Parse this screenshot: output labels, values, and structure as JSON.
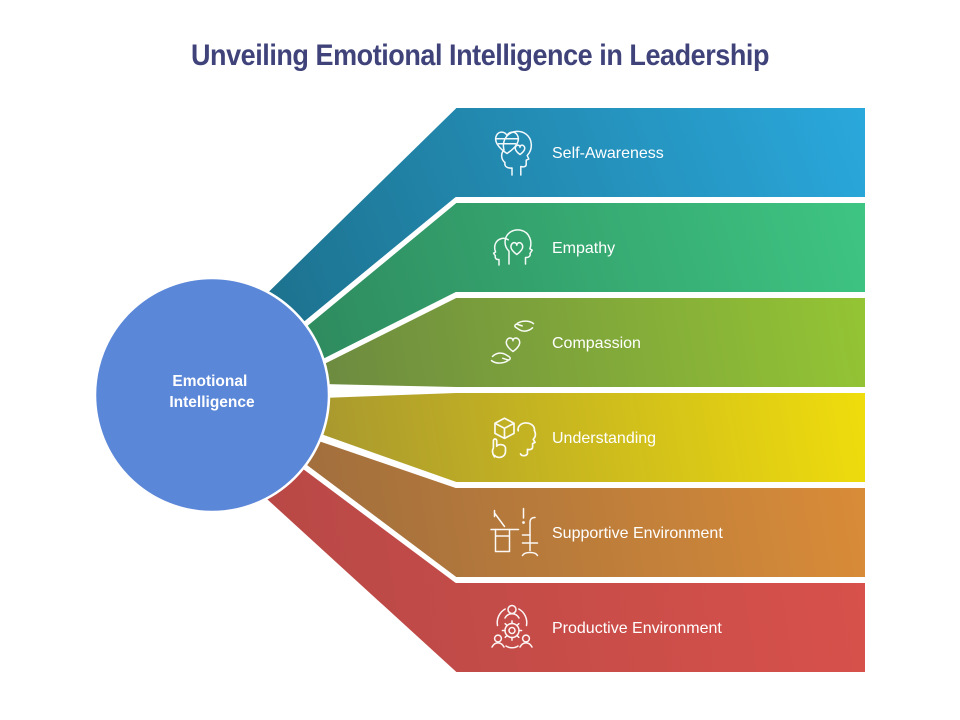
{
  "title": "Unveiling Emotional Intelligence in Leadership",
  "title_color": "#3f437a",
  "background": "#ffffff",
  "center_node": {
    "line1": "Emotional",
    "line2": "Intelligence",
    "fill": "#5b87d8",
    "text_color": "#ffffff"
  },
  "bands": [
    {
      "label": "Self-Awareness",
      "icon": "head-with-striped-heart-icon",
      "color_dark": "#1d7390",
      "color_light": "#2aa8dc"
    },
    {
      "label": "Empathy",
      "icon": "two-profiles-heart-icon",
      "color_dark": "#2e8a5e",
      "color_light": "#3ec583"
    },
    {
      "label": "Compassion",
      "icon": "hands-holding-heart-icon",
      "color_dark": "#6d8a40",
      "color_light": "#94c534"
    },
    {
      "label": "Understanding",
      "icon": "hand-cube-head-icon",
      "color_dark": "#a8982f",
      "color_light": "#f0dd0c"
    },
    {
      "label": "Supportive Environment",
      "icon": "desk-and-chair-icon",
      "color_dark": "#a06e3d",
      "color_light": "#d98c38"
    },
    {
      "label": "Productive Environment",
      "icon": "team-around-gear-icon",
      "color_dark": "#b74846",
      "color_light": "#d8514b"
    }
  ],
  "label_text_color": "#ffffff",
  "icon_stroke_color": "#ffffff"
}
